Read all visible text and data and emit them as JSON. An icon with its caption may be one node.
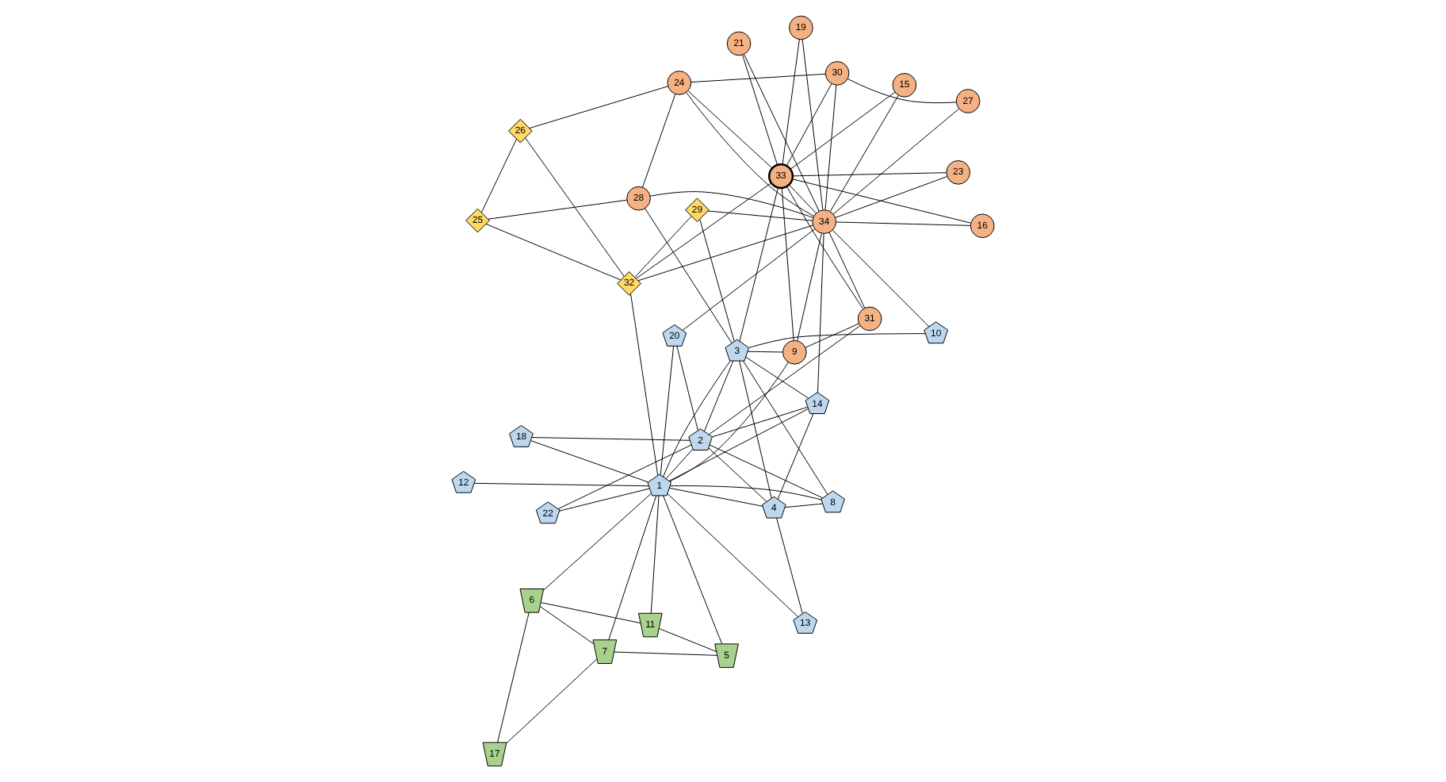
{
  "diagram": {
    "nodes": [
      {
        "text": [
          "1"
        ]
      },
      {
        "text": [
          "2"
        ]
      },
      {
        "text": [
          "3"
        ]
      },
      {
        "text": [
          "4"
        ]
      },
      {
        "text": [
          "5"
        ]
      },
      {
        "text": [
          "6"
        ]
      },
      {
        "text": [
          "7"
        ]
      },
      {
        "text": [
          "8"
        ]
      },
      {
        "text": [
          "9"
        ]
      },
      {
        "text": [
          "10"
        ]
      },
      {
        "text": [
          "11"
        ]
      },
      {
        "text": [
          "12"
        ]
      },
      {
        "text": [
          "13"
        ]
      },
      {
        "text": [
          "14"
        ]
      },
      {
        "text": [
          "15"
        ]
      },
      {
        "text": [
          "16"
        ]
      },
      {
        "text": [
          "17"
        ]
      },
      {
        "text": [
          "18"
        ]
      },
      {
        "text": [
          "19"
        ]
      },
      {
        "text": [
          "20"
        ]
      },
      {
        "text": [
          "21"
        ]
      },
      {
        "text": [
          "22"
        ]
      },
      {
        "text": [
          "23"
        ]
      },
      {
        "text": [
          "24"
        ]
      },
      {
        "text": [
          "25"
        ]
      },
      {
        "text": [
          "26"
        ]
      },
      {
        "text": [
          "27"
        ]
      },
      {
        "text": [
          "28"
        ]
      },
      {
        "text": [
          "29"
        ]
      },
      {
        "text": [
          "30"
        ]
      },
      {
        "text": [
          "31"
        ]
      },
      {
        "text": [
          "32"
        ]
      },
      {
        "text": [
          "33"
        ]
      },
      {
        "text": [
          "34"
        ]
      }
    ],
    "edges": [
      {
        "from": 0,
        "to": 1,
        "arrow": "none"
      },
      {
        "from": 0,
        "to": 2,
        "arrow": "none"
      },
      {
        "from": 0,
        "to": 3,
        "arrow": "none"
      },
      {
        "from": 0,
        "to": 4,
        "arrow": "none"
      },
      {
        "from": 0,
        "to": 5,
        "arrow": "none"
      },
      {
        "from": 0,
        "to": 6,
        "arrow": "none"
      },
      {
        "from": 0,
        "to": 7,
        "arrow": "none"
      },
      {
        "from": 0,
        "to": 8,
        "arrow": "none"
      },
      {
        "from": 0,
        "to": 10,
        "arrow": "none"
      },
      {
        "from": 0,
        "to": 11,
        "arrow": "none"
      },
      {
        "from": 0,
        "to": 12,
        "arrow": "none"
      },
      {
        "from": 0,
        "to": 13,
        "arrow": "none"
      },
      {
        "from": 0,
        "to": 17,
        "arrow": "none"
      },
      {
        "from": 0,
        "to": 19,
        "arrow": "none"
      },
      {
        "from": 0,
        "to": 21,
        "arrow": "none"
      },
      {
        "from": 0,
        "to": 31,
        "arrow": "none"
      },
      {
        "from": 1,
        "to": 2,
        "arrow": "none"
      },
      {
        "from": 1,
        "to": 3,
        "arrow": "none"
      },
      {
        "from": 1,
        "to": 7,
        "arrow": "none"
      },
      {
        "from": 1,
        "to": 13,
        "arrow": "none"
      },
      {
        "from": 1,
        "to": 17,
        "arrow": "none"
      },
      {
        "from": 1,
        "to": 19,
        "arrow": "none"
      },
      {
        "from": 1,
        "to": 21,
        "arrow": "none"
      },
      {
        "from": 1,
        "to": 30,
        "arrow": "none"
      },
      {
        "from": 2,
        "to": 3,
        "arrow": "none"
      },
      {
        "from": 2,
        "to": 7,
        "arrow": "none"
      },
      {
        "from": 2,
        "to": 8,
        "arrow": "none"
      },
      {
        "from": 2,
        "to": 9,
        "arrow": "none"
      },
      {
        "from": 2,
        "to": 13,
        "arrow": "none"
      },
      {
        "from": 2,
        "to": 27,
        "arrow": "none"
      },
      {
        "from": 2,
        "to": 28,
        "arrow": "none"
      },
      {
        "from": 2,
        "to": 32,
        "arrow": "none"
      },
      {
        "from": 3,
        "to": 7,
        "arrow": "none"
      },
      {
        "from": 3,
        "to": 12,
        "arrow": "none"
      },
      {
        "from": 3,
        "to": 13,
        "arrow": "none"
      },
      {
        "from": 4,
        "to": 6,
        "arrow": "none"
      },
      {
        "from": 4,
        "to": 10,
        "arrow": "none"
      },
      {
        "from": 5,
        "to": 6,
        "arrow": "none"
      },
      {
        "from": 5,
        "to": 10,
        "arrow": "none"
      },
      {
        "from": 5,
        "to": 16,
        "arrow": "none"
      },
      {
        "from": 6,
        "to": 16,
        "arrow": "none"
      },
      {
        "from": 8,
        "to": 30,
        "arrow": "none"
      },
      {
        "from": 8,
        "to": 32,
        "arrow": "none"
      },
      {
        "from": 8,
        "to": 33,
        "arrow": "none"
      },
      {
        "from": 9,
        "to": 33,
        "arrow": "none"
      },
      {
        "from": 13,
        "to": 33,
        "arrow": "none"
      },
      {
        "from": 14,
        "to": 32,
        "arrow": "none"
      },
      {
        "from": 14,
        "to": 33,
        "arrow": "none"
      },
      {
        "from": 15,
        "to": 32,
        "arrow": "none"
      },
      {
        "from": 15,
        "to": 33,
        "arrow": "none"
      },
      {
        "from": 18,
        "to": 32,
        "arrow": "none"
      },
      {
        "from": 18,
        "to": 33,
        "arrow": "none"
      },
      {
        "from": 19,
        "to": 33,
        "arrow": "none"
      },
      {
        "from": 20,
        "to": 32,
        "arrow": "none"
      },
      {
        "from": 20,
        "to": 33,
        "arrow": "none"
      },
      {
        "from": 22,
        "to": 32,
        "arrow": "none"
      },
      {
        "from": 22,
        "to": 33,
        "arrow": "none"
      },
      {
        "from": 23,
        "to": 25,
        "arrow": "none"
      },
      {
        "from": 23,
        "to": 27,
        "arrow": "none"
      },
      {
        "from": 23,
        "to": 29,
        "arrow": "none"
      },
      {
        "from": 23,
        "to": 32,
        "arrow": "none"
      },
      {
        "from": 23,
        "to": 33,
        "arrow": "none"
      },
      {
        "from": 24,
        "to": 25,
        "arrow": "none"
      },
      {
        "from": 24,
        "to": 27,
        "arrow": "none"
      },
      {
        "from": 24,
        "to": 31,
        "arrow": "none"
      },
      {
        "from": 25,
        "to": 31,
        "arrow": "none"
      },
      {
        "from": 26,
        "to": 29,
        "arrow": "none"
      },
      {
        "from": 26,
        "to": 33,
        "arrow": "none"
      },
      {
        "from": 27,
        "to": 33,
        "arrow": "none"
      },
      {
        "from": 28,
        "to": 31,
        "arrow": "none"
      },
      {
        "from": 28,
        "to": 33,
        "arrow": "none"
      },
      {
        "from": 29,
        "to": 32,
        "arrow": "none"
      },
      {
        "from": 29,
        "to": 33,
        "arrow": "none"
      },
      {
        "from": 30,
        "to": 32,
        "arrow": "none"
      },
      {
        "from": 30,
        "to": 33,
        "arrow": "none"
      },
      {
        "from": 31,
        "to": 32,
        "arrow": "none"
      },
      {
        "from": 31,
        "to": 33,
        "arrow": "none"
      },
      {
        "from": 32,
        "to": 33,
        "arrow": "none"
      }
    ]
  }
}
